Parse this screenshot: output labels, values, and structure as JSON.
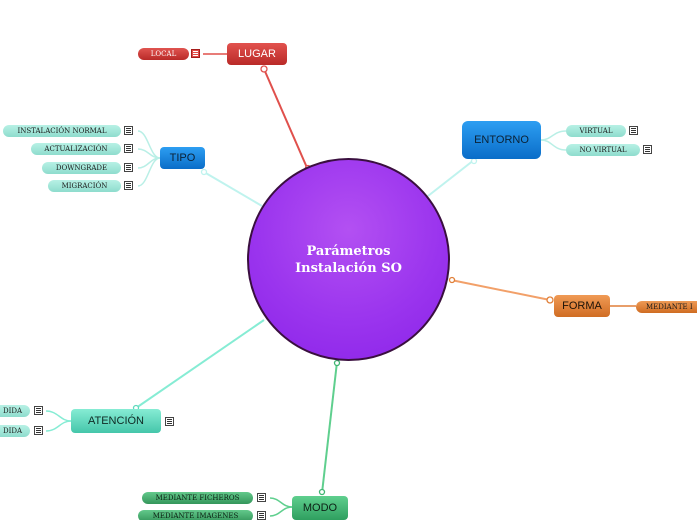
{
  "center": {
    "title": "Parámetros Instalación SO"
  },
  "branches": {
    "lugar": {
      "label": "LUGAR",
      "children": [
        "LOCAL"
      ]
    },
    "entorno": {
      "label": "ENTORNO",
      "children": [
        "VIRTUAL",
        "NO VIRTUAL"
      ]
    },
    "tipo": {
      "label": "TIPO",
      "children": [
        "INSTALACIÓN NORMAL",
        "ACTUALIZACIÓN",
        "DOWNGRADE",
        "MIGRACIÓN"
      ]
    },
    "forma": {
      "label": "FORMA",
      "children": [
        "MEDIANTE I"
      ]
    },
    "atencion": {
      "label": "ATENCIÓN",
      "children": [
        "DIDA",
        "DIDA"
      ]
    },
    "modo": {
      "label": "MODO",
      "children": [
        "MEDIANTE FICHEROS",
        "MEDIANTE IMAGENES"
      ]
    }
  },
  "colors": {
    "lugar": "#c93633",
    "entorno": "#1284de",
    "tipo": "#1284de",
    "forma": "#e07f38",
    "atencion": "#5fd9bd",
    "modo": "#3fb572",
    "center": "#9b35ee"
  },
  "icons": {
    "note": "note-icon",
    "anchor": "connector-dot-icon"
  }
}
